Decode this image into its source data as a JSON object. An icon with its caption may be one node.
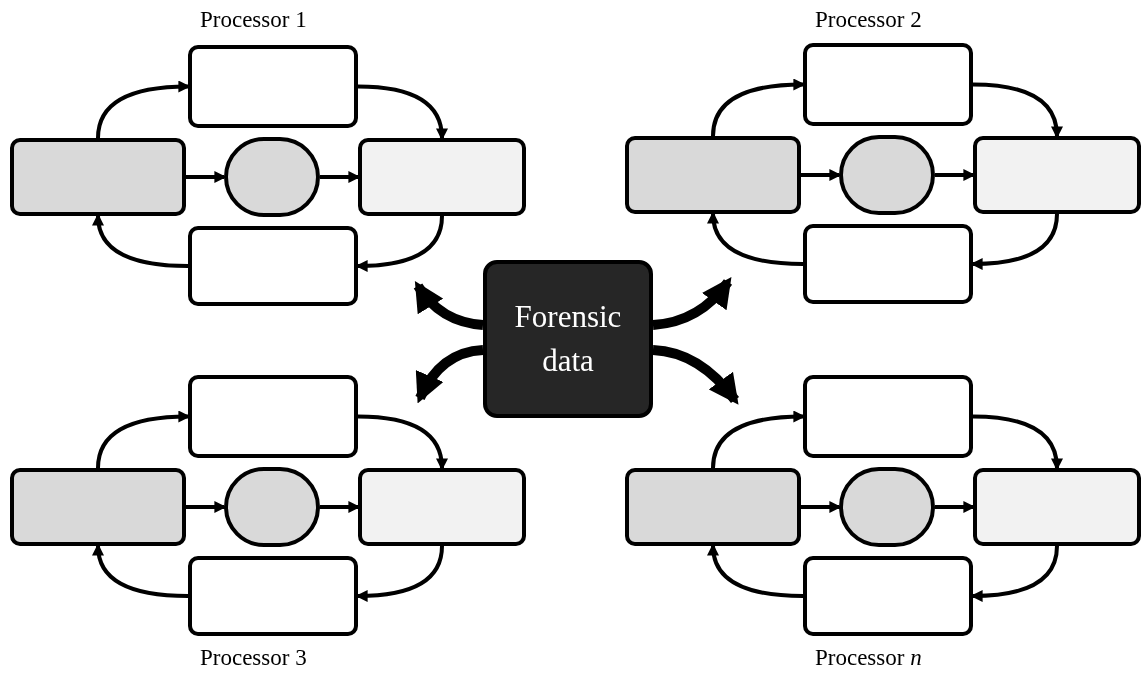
{
  "diagram": {
    "nodes": [
      {
        "text": [
          "Forensic data"
        ]
      },
      {
        "text": [],
        "shape": "box"
      },
      {
        "text": [],
        "shape": "box"
      },
      {
        "text": [],
        "shape": "ellipse"
      },
      {
        "text": [],
        "shape": "box"
      },
      {
        "text": [],
        "shape": "box"
      },
      {
        "text": [],
        "shape": "box"
      },
      {
        "text": [],
        "shape": "box"
      },
      {
        "text": [],
        "shape": "ellipse"
      },
      {
        "text": [],
        "shape": "box"
      },
      {
        "text": [],
        "shape": "box"
      },
      {
        "text": [],
        "shape": "box"
      },
      {
        "text": [],
        "shape": "box"
      },
      {
        "text": [],
        "shape": "ellipse"
      },
      {
        "text": [],
        "shape": "box"
      },
      {
        "text": [],
        "shape": "box"
      },
      {
        "text": [],
        "shape": "box"
      },
      {
        "text": [],
        "shape": "box"
      },
      {
        "text": [],
        "shape": "ellipse"
      },
      {
        "text": [],
        "shape": "box"
      },
      {
        "text": [],
        "shape": "box"
      }
    ],
    "edges": [
      {
        "from": 0,
        "to": null,
        "arrow": "to",
        "style": "thick"
      },
      {
        "from": 0,
        "to": null,
        "arrow": "to",
        "style": "thick"
      },
      {
        "from": 0,
        "to": null,
        "arrow": "to",
        "style": "thick"
      },
      {
        "from": 0,
        "to": null,
        "arrow": "to",
        "style": "thick"
      },
      {
        "from": 1,
        "to": 2,
        "arrow": "to"
      },
      {
        "from": 2,
        "to": 4,
        "arrow": "to"
      },
      {
        "from": 1,
        "to": 3,
        "arrow": "to"
      },
      {
        "from": 3,
        "to": 4,
        "arrow": "to"
      },
      {
        "from": 4,
        "to": 5,
        "arrow": "to"
      },
      {
        "from": 5,
        "to": 1,
        "arrow": "to"
      },
      {
        "from": 6,
        "to": 7,
        "arrow": "to"
      },
      {
        "from": 7,
        "to": 9,
        "arrow": "to"
      },
      {
        "from": 6,
        "to": 8,
        "arrow": "to"
      },
      {
        "from": 8,
        "to": 9,
        "arrow": "to"
      },
      {
        "from": 9,
        "to": 10,
        "arrow": "to"
      },
      {
        "from": 10,
        "to": 6,
        "arrow": "to"
      },
      {
        "from": 11,
        "to": 12,
        "arrow": "to"
      },
      {
        "from": 12,
        "to": 14,
        "arrow": "to"
      },
      {
        "from": 11,
        "to": 13,
        "arrow": "to"
      },
      {
        "from": 13,
        "to": 14,
        "arrow": "to"
      },
      {
        "from": 14,
        "to": 15,
        "arrow": "to"
      },
      {
        "from": 15,
        "to": 11,
        "arrow": "to"
      },
      {
        "from": 16,
        "to": 17,
        "arrow": "to"
      },
      {
        "from": 17,
        "to": 19,
        "arrow": "to"
      },
      {
        "from": 16,
        "to": 18,
        "arrow": "to"
      },
      {
        "from": 18,
        "to": 19,
        "arrow": "to"
      },
      {
        "from": 19,
        "to": 20,
        "arrow": "to"
      },
      {
        "from": 20,
        "to": 16,
        "arrow": "to"
      }
    ],
    "labels": [
      "Processor 1",
      "Processor 2",
      "Processor 3",
      "Processor *n*"
    ]
  }
}
